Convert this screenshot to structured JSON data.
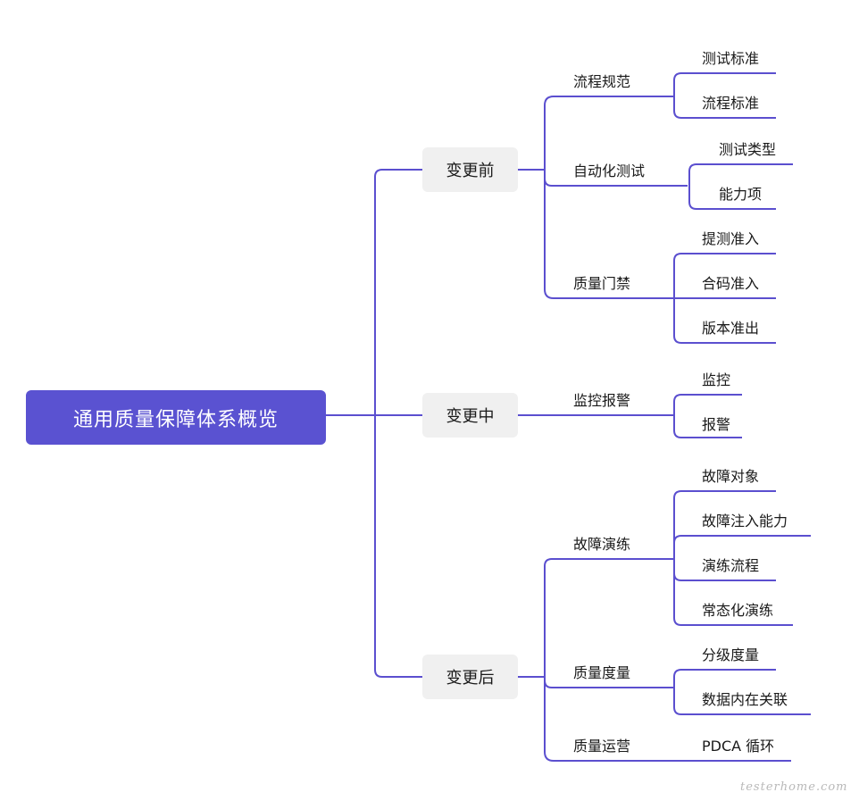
{
  "root": "通用质量保障体系概览",
  "phases": {
    "before": "变更前",
    "during": "变更中",
    "after": "变更后"
  },
  "before": {
    "process_spec": {
      "label": "流程规范",
      "items": [
        "测试标准",
        "流程标准"
      ]
    },
    "automation": {
      "label": "自动化测试",
      "items": [
        "测试类型",
        "能力项"
      ]
    },
    "quality_gate": {
      "label": "质量门禁",
      "items": [
        "提测准入",
        "合码准入",
        "版本准出"
      ]
    }
  },
  "during": {
    "monitoring": {
      "label": "监控报警",
      "items": [
        "监控",
        "报警"
      ]
    }
  },
  "after": {
    "fault_drill": {
      "label": "故障演练",
      "items": [
        "故障对象",
        "故障注入能力",
        "演练流程",
        "常态化演练"
      ]
    },
    "quality_metrics": {
      "label": "质量度量",
      "items": [
        "分级度量",
        "数据内在关联"
      ]
    },
    "quality_ops": {
      "label": "质量运营",
      "items": [
        "PDCA 循环"
      ]
    }
  },
  "watermark": "testerhome.com",
  "colors": {
    "accent": "#5A52D1",
    "line": "#5B4FCF",
    "phase_bg": "#F0F0F0"
  }
}
